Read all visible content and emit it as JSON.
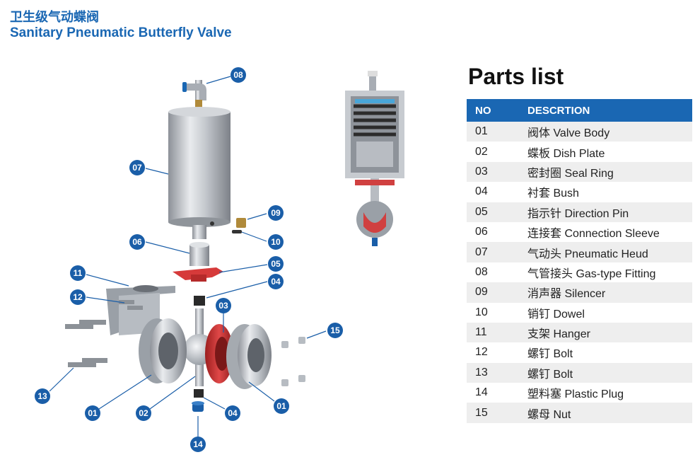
{
  "header": {
    "title_cn": "卫生级气动蝶阀",
    "title_en": "Sanitary Pneumatic Butterfly Valve"
  },
  "parts_list": {
    "title": "Parts list",
    "columns": [
      "NO",
      "DESCRTION"
    ],
    "rows": [
      {
        "no": "01",
        "desc": "阀体 Valve Body"
      },
      {
        "no": "02",
        "desc": "蝶板 Dish Plate"
      },
      {
        "no": "03",
        "desc": "密封圈 Seal Ring"
      },
      {
        "no": "04",
        "desc": "衬套 Bush"
      },
      {
        "no": "05",
        "desc": "指示针 Direction Pin"
      },
      {
        "no": "06",
        "desc": "连接套 Connection Sleeve"
      },
      {
        "no": "07",
        "desc": "气动头 Pneumatic Heud"
      },
      {
        "no": "08",
        "desc": "气管接头 Gas-type Fitting"
      },
      {
        "no": "09",
        "desc": "消声器 Silencer"
      },
      {
        "no": "10",
        "desc": "销钉 Dowel"
      },
      {
        "no": "11",
        "desc": "支架 Hanger"
      },
      {
        "no": "12",
        "desc": "螺钉 Bolt"
      },
      {
        "no": "13",
        "desc": "螺钉 Bolt"
      },
      {
        "no": "14",
        "desc": "塑料塞 Plastic Plug"
      },
      {
        "no": "15",
        "desc": "螺母 Nut"
      }
    ]
  },
  "callouts": [
    "08",
    "07",
    "09",
    "10",
    "06",
    "05",
    "04",
    "11",
    "12",
    "03",
    "15",
    "13",
    "01",
    "02",
    "04",
    "01",
    "14"
  ],
  "colors": {
    "accent_blue": "#1a67b3",
    "callout_blue": "#1a5ea8",
    "seal_red": "#cc3333",
    "steel": "#b8bcc2"
  }
}
